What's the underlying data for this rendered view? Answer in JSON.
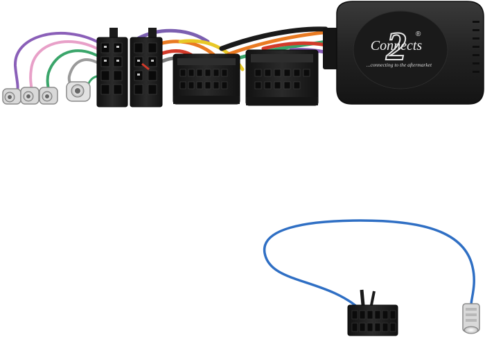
{
  "product": {
    "brand": {
      "numeral": "2",
      "wordmark": "Connects",
      "registered_mark": "®",
      "tagline": "...connecting to the aftermarket"
    }
  },
  "colors": {
    "background": "#ffffff",
    "plastic": "#1c1c1c",
    "module": "#232323",
    "wire_blue": "#2f6fc4",
    "wire_purple": "#8a5fb8",
    "wire_pink": "#e8a0c8",
    "wire_green": "#3aa56a",
    "wire_orange": "#e97a22",
    "wire_yellow": "#e8c826",
    "wire_red": "#d23a2a",
    "wire_grey": "#8c8c8c",
    "pin_white": "#e8e8e8"
  }
}
